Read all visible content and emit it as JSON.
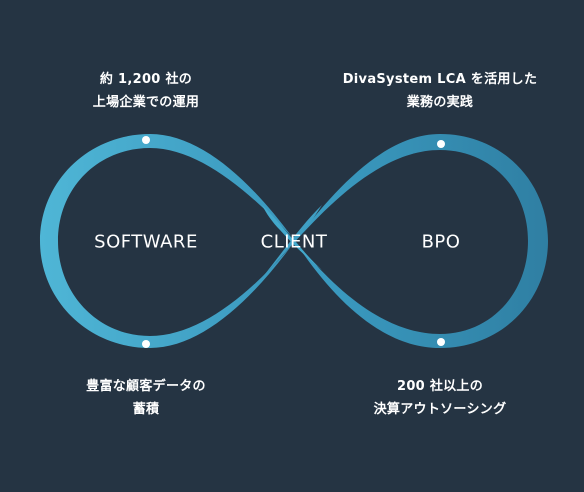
{
  "labels": {
    "left": "SOFTWARE",
    "center": "CLIENT",
    "right": "BPO"
  },
  "captions": {
    "top_left": [
      "約 1,200 社の",
      "上場企業での運用"
    ],
    "top_right": [
      "DivaSystem LCA を活用した",
      "業務の実践"
    ],
    "bottom_left": [
      "豊富な顧客データの",
      "蓄積"
    ],
    "bottom_right": [
      "200 社以上の",
      "決算アウトソーシング"
    ]
  },
  "colors": {
    "background": "#253443",
    "loop_light": "#4fb3d3",
    "loop_dark": "#2d7ea0",
    "text": "#ffffff",
    "dot": "#ffffff"
  }
}
